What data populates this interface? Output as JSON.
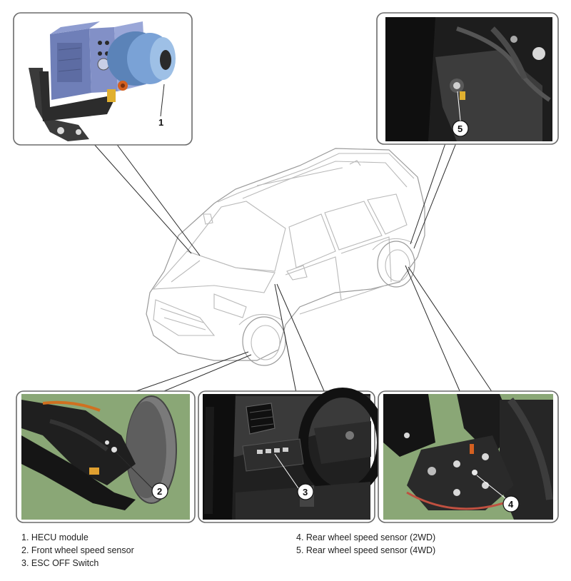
{
  "callouts": {
    "hecu": "1",
    "front_sensor": "2",
    "esc_switch": "3",
    "rear_2wd": "4",
    "rear_4wd": "5"
  },
  "legend": {
    "left": [
      "1. HECU module",
      "2. Front wheel speed sensor",
      "3. ESC OFF Switch"
    ],
    "right": [
      "4. Rear wheel speed sensor (2WD)",
      "5. Rear wheel speed sensor (4WD)"
    ]
  },
  "colors": {
    "photo_green": "#8aa776",
    "module_blue": "#6f7fb8",
    "frame_gray": "#6b6b6b"
  }
}
